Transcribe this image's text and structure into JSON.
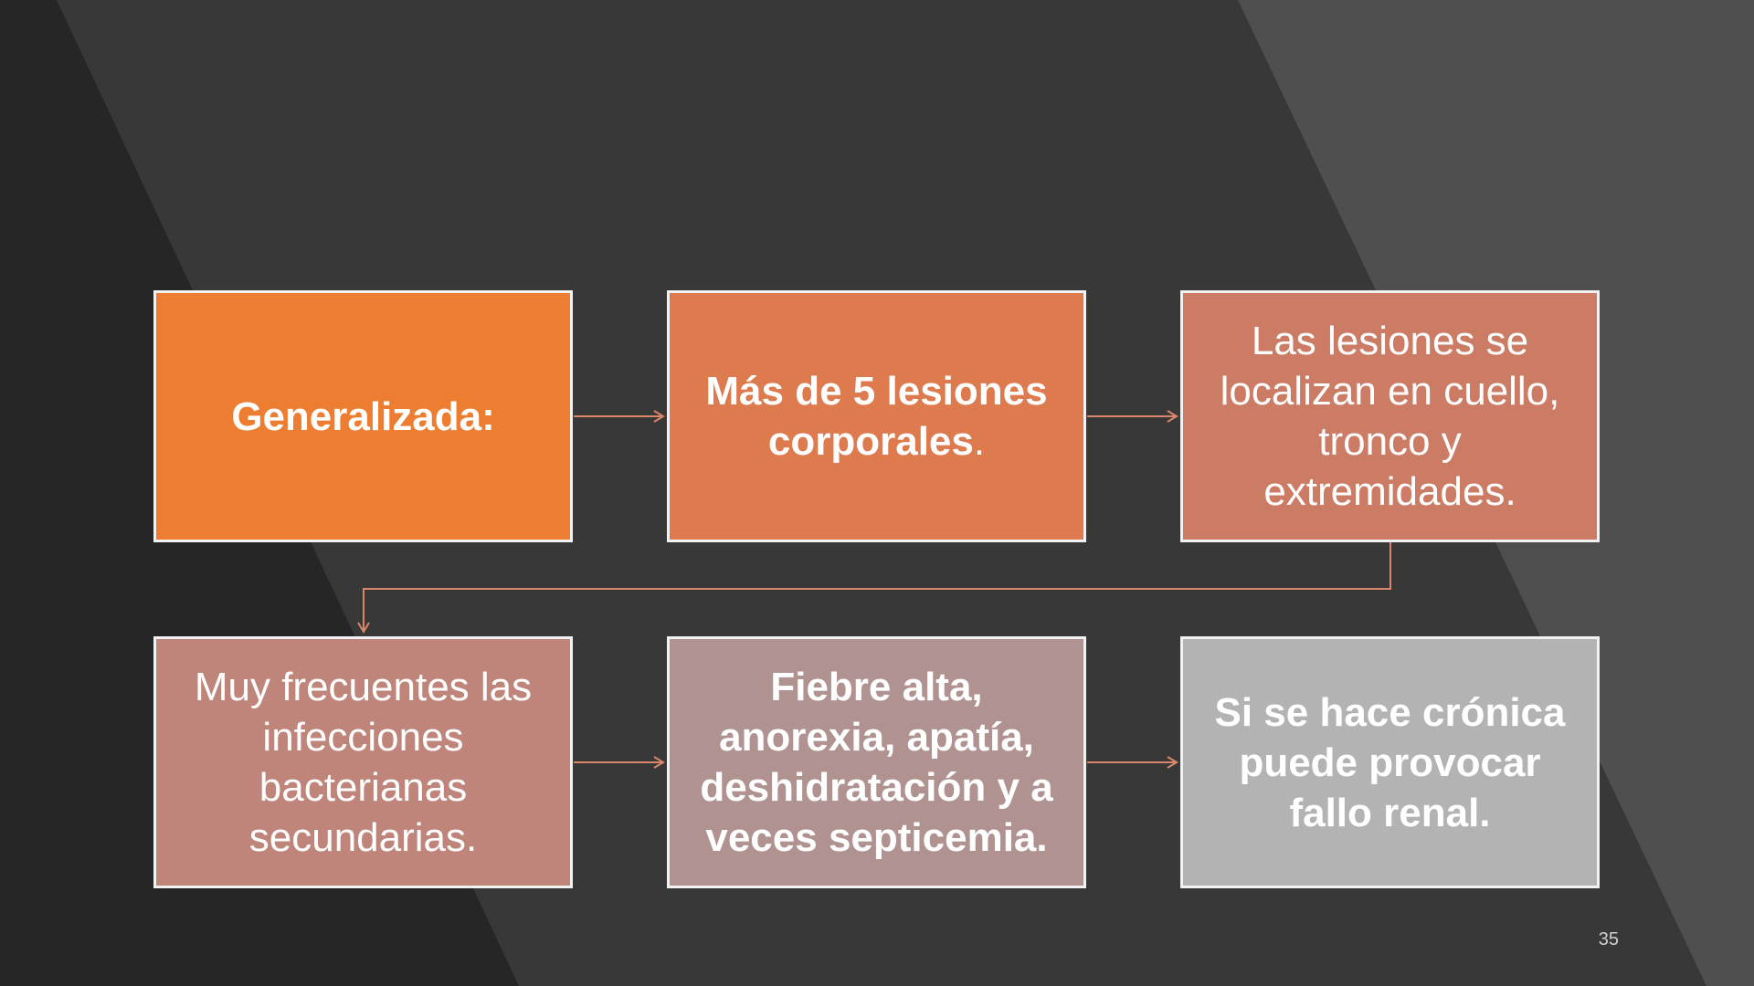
{
  "slide": {
    "number": "35"
  },
  "colors": {
    "background": "#383838",
    "stripe_left": "#262626",
    "stripe_right": "#4f4f4f",
    "arrow": "#d9866a",
    "border": "#f2f2f2"
  },
  "boxes": [
    {
      "id": "b1",
      "text": "Generalizada:",
      "suffix": "",
      "color": "#ed7d31",
      "bold": true
    },
    {
      "id": "b2",
      "text": "Más de 5 lesiones corporales",
      "suffix": ".",
      "color": "#dd7a4e",
      "bold": true
    },
    {
      "id": "b3",
      "text": "Las lesiones se localizan en cuello, tronco y extremidades.",
      "suffix": "",
      "color": "#cc7b64",
      "bold": false
    },
    {
      "id": "b4",
      "text": "Muy frecuentes las infecciones bacterianas secundarias.",
      "suffix": "",
      "color": "#bf857a",
      "bold": false
    },
    {
      "id": "b5",
      "text": "Fiebre alta, anorexia, apatía, deshidratación y a veces septicemia.",
      "suffix": "",
      "color": "#b09290",
      "bold": true
    },
    {
      "id": "b6",
      "text": "Si se hace crónica puede provocar fallo renal.",
      "suffix": "",
      "color": "#b3b3b3",
      "bold": true
    }
  ]
}
